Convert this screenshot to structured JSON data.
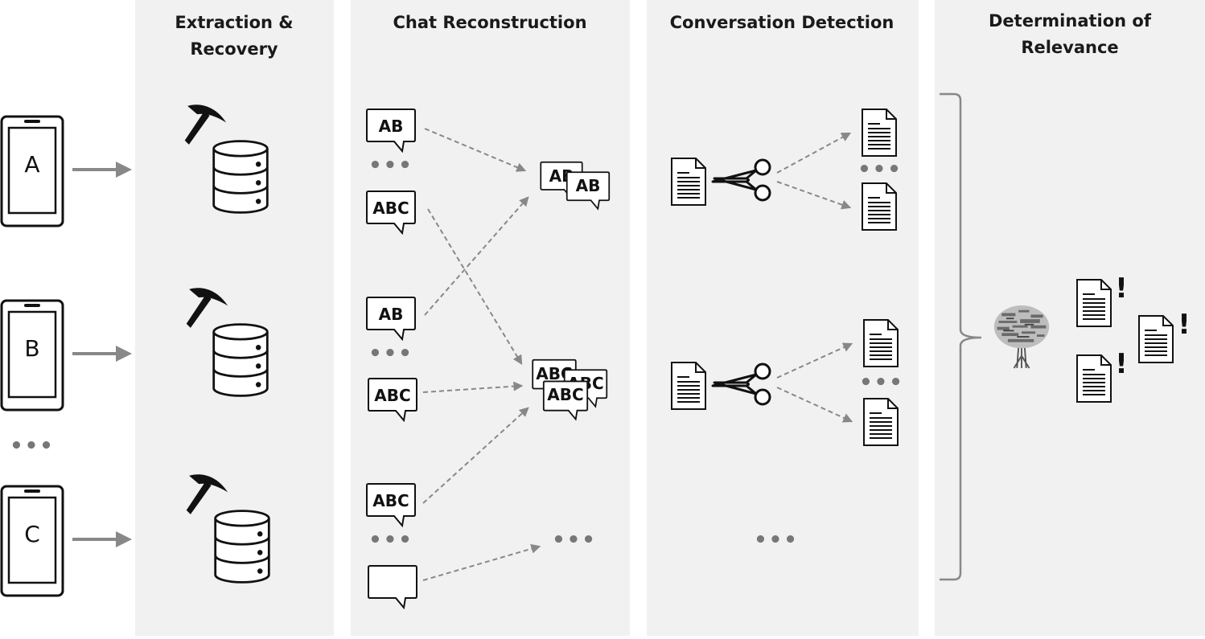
{
  "columns": {
    "extraction": {
      "title_line1": "Extraction &",
      "title_line2": "Recovery"
    },
    "reconstruction": {
      "title": "Chat Reconstruction"
    },
    "detection": {
      "title": "Conversation Detection"
    },
    "relevance": {
      "title_line1": "Determination of",
      "title_line2": "Relevance"
    }
  },
  "phones": [
    {
      "label": "A"
    },
    {
      "label": "B"
    },
    {
      "label": "C"
    }
  ],
  "ellipsis": "•••",
  "bubbles": {
    "b1": "AB",
    "b2": "ABC",
    "b3": "AB",
    "b4": "ABC",
    "b5": "ABC",
    "b6": "",
    "merged_top_back": "AB",
    "merged_top_front": "AB",
    "merged_bottom_1": "ABC",
    "merged_bottom_2": "ABC",
    "merged_bottom_3": "ABC"
  },
  "alert_mark": "!",
  "colors": {
    "panel": "#f1f1f1",
    "arrow": "#888888",
    "ink": "#111111"
  }
}
